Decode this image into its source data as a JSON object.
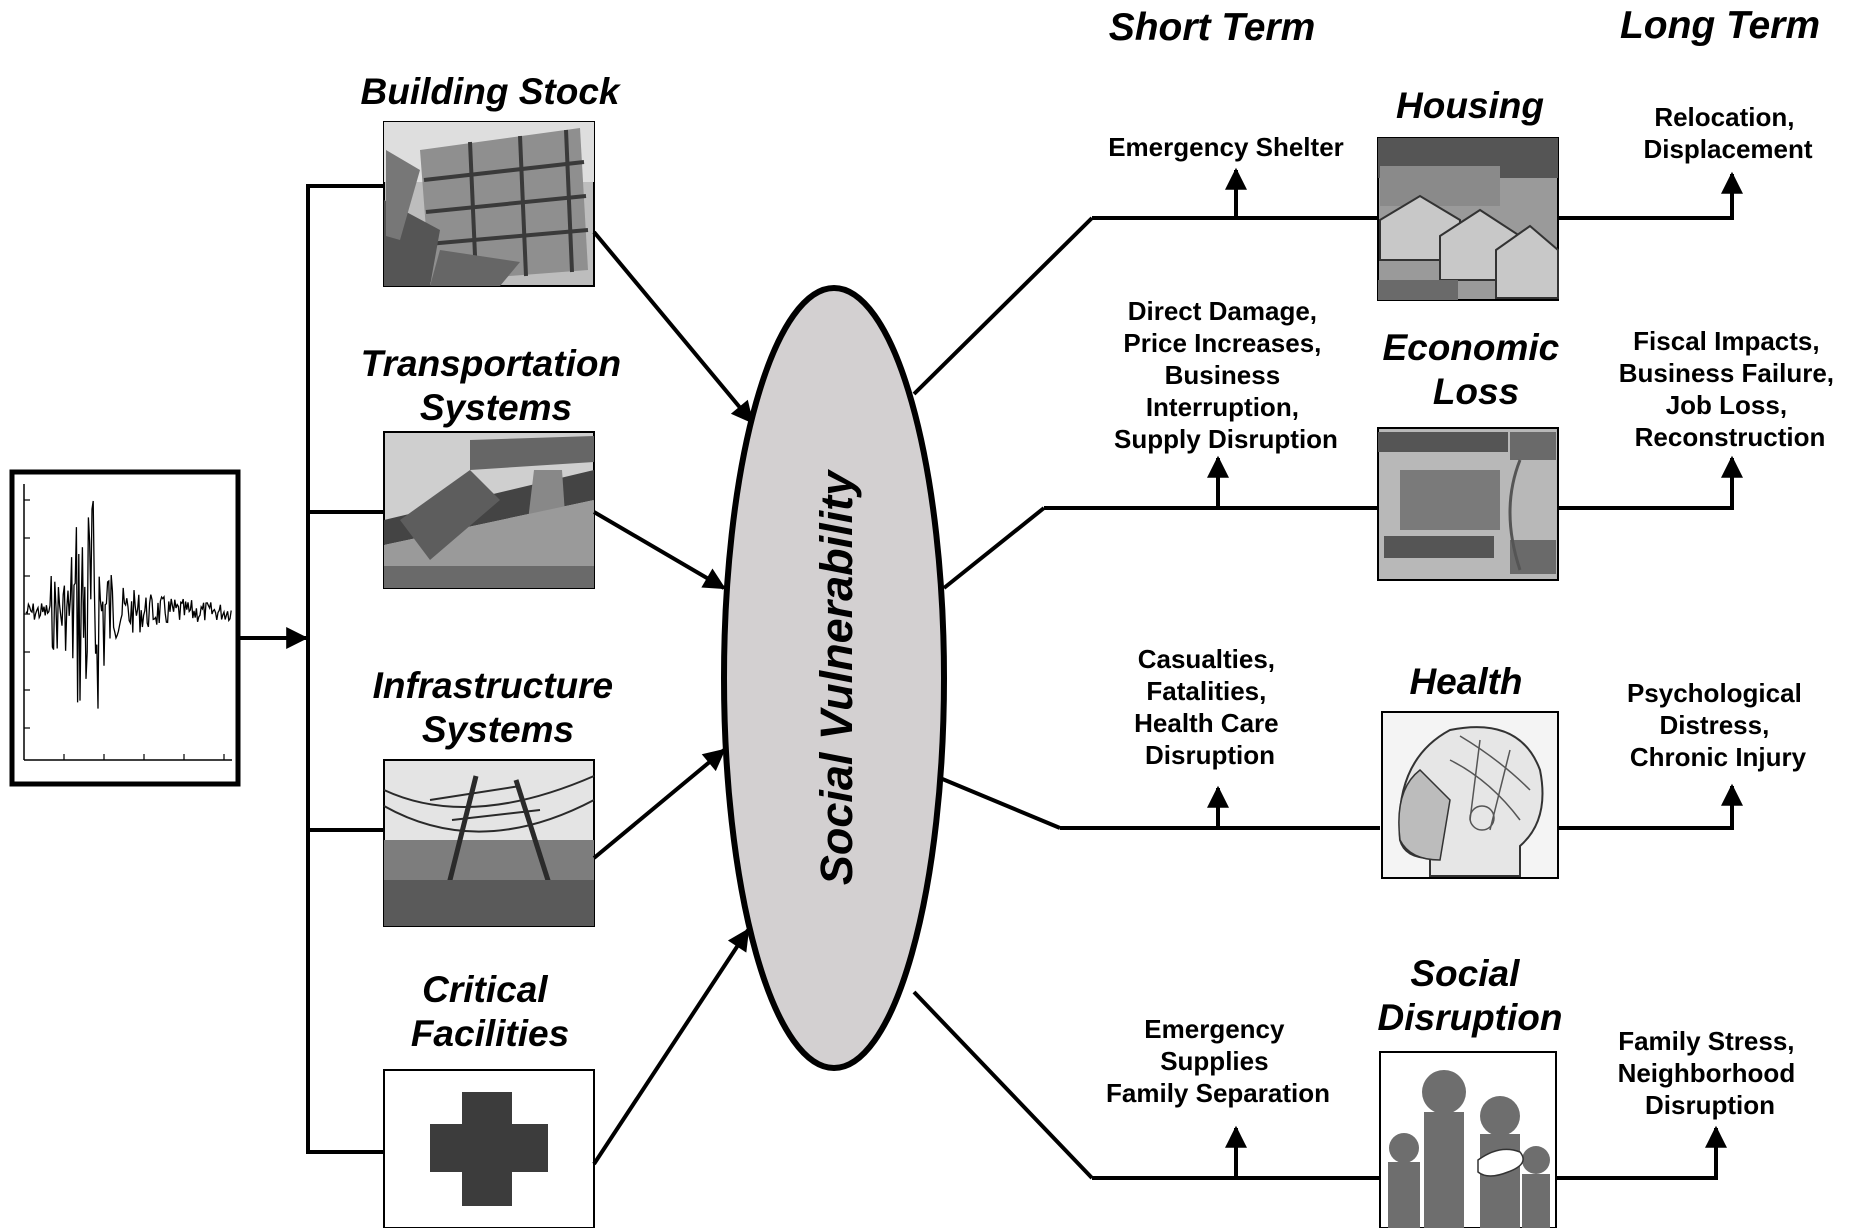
{
  "column_headers": {
    "short_term": "Short Term",
    "long_term": "Long Term"
  },
  "center_label": "Social Vulnerability",
  "hazard_systems": [
    {
      "lines": [
        "Building Stock"
      ],
      "image": "collapsed-building-photo"
    },
    {
      "lines": [
        "Transportation",
        "Systems"
      ],
      "image": "collapsed-freeway-photo"
    },
    {
      "lines": [
        "Infrastructure",
        "Systems"
      ],
      "image": "toppled-power-lines-photo"
    },
    {
      "lines": [
        "Critical",
        "Facilities"
      ],
      "image": "medical-cross-icon"
    }
  ],
  "impact_domains": [
    {
      "lines": [
        "Housing"
      ],
      "image": "row-houses-photo",
      "short_term": [
        "Emergency Shelter"
      ],
      "long_term": [
        "Relocation,",
        "Displacement"
      ]
    },
    {
      "lines": [
        "Economic",
        "Loss"
      ],
      "image": "hundred-dollar-bill-photo",
      "short_term": [
        "Direct Damage,",
        "Price Increases,",
        "Business",
        "Interruption,",
        "Supply Disruption"
      ],
      "long_term": [
        "Fiscal Impacts,",
        "Business Failure,",
        "Job Loss,",
        "Reconstruction"
      ]
    },
    {
      "lines": [
        "Health"
      ],
      "image": "phrenology-head-illustration",
      "short_term": [
        "Casualties,",
        "Fatalities,",
        "Health Care",
        "Disruption"
      ],
      "long_term": [
        "Psychological",
        "Distress,",
        "Chronic Injury"
      ]
    },
    {
      "lines": [
        "Social",
        "Disruption"
      ],
      "image": "family-silhouette-icon",
      "short_term": [
        "Emergency",
        "Supplies",
        "Family Separation"
      ],
      "long_term": [
        "Family Stress,",
        "Neighborhood",
        "Disruption"
      ]
    }
  ],
  "colors": {
    "ellipse_fill": "#d3d0d1",
    "line": "#000000",
    "icon_dark": "#3c3c3c",
    "family_fill": "#6e6e6e"
  }
}
